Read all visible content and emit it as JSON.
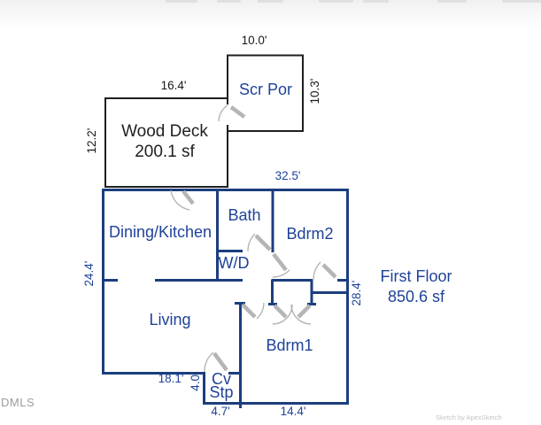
{
  "floorplan": {
    "rooms": {
      "wood_deck": {
        "name": "Wood Deck",
        "area": "200.1 sf"
      },
      "scr_por": {
        "name": "Scr Por"
      },
      "dining_kitchen": {
        "name": "Dining/Kitchen"
      },
      "bath": {
        "name": "Bath"
      },
      "washer_dryer": {
        "name": "W/D"
      },
      "bdrm2": {
        "name": "Bdrm2"
      },
      "living": {
        "name": "Living"
      },
      "bdrm1": {
        "name": "Bdrm1"
      },
      "cv_stp": {
        "line1": "Cv",
        "line2": "Stp"
      }
    },
    "dimensions": {
      "porch_width": "10.0'",
      "deck_width": "16.4'",
      "porch_depth": "10.3'",
      "deck_depth": "12.2'",
      "main_width": "32.5'",
      "main_left_depth": "24.4'",
      "main_right_depth": "28.4'",
      "living_width": "18.1'",
      "stoop_depth": "4.0'",
      "stoop_width": "4.7'",
      "bdrm1_width": "14.4'"
    },
    "summary": {
      "floor_name": "First Floor",
      "floor_area": "850.6 sf"
    },
    "colors": {
      "wall": "#1c3e7e",
      "room_label": "#1e4299",
      "outdoor_wall": "#1f1f1f",
      "outdoor_dim": "#1a1a1a",
      "door": "#b5b5b5",
      "watermark": "#9c9c9c",
      "credit": "#c4c4c4"
    }
  },
  "watermarks": {
    "mls": "DMLS",
    "credit": "Sketch by ApexSketch"
  }
}
